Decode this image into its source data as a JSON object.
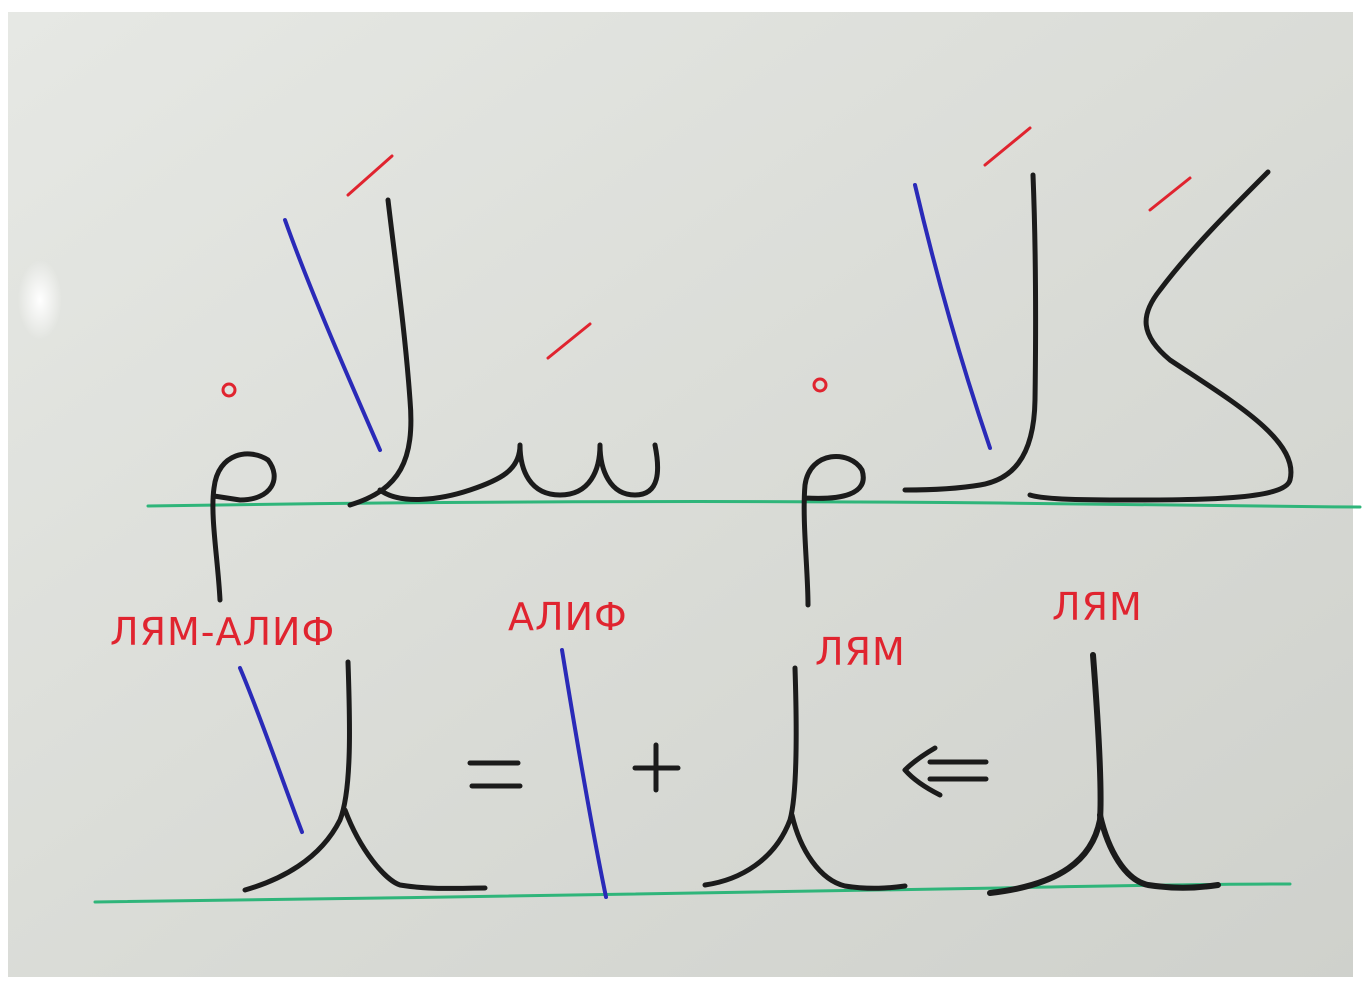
{
  "whiteboard": {
    "words": [
      {
        "text": "سلام"
      },
      {
        "text": "كلام"
      }
    ],
    "labels": {
      "lam_alif": "ЛЯМ-АЛИФ",
      "alif": "АЛИФ",
      "lam_small": "ЛЯМ",
      "lam_right": "ЛЯМ"
    },
    "symbols": {
      "equals": "=",
      "plus": "+",
      "arrow": "⇐"
    },
    "colors": {
      "ink_black": "#1b1b1b",
      "ink_blue": "#2a2ab8",
      "ink_red": "#e0242f",
      "baseline_green": "#2fb57a",
      "board": "#d8dad5"
    }
  }
}
